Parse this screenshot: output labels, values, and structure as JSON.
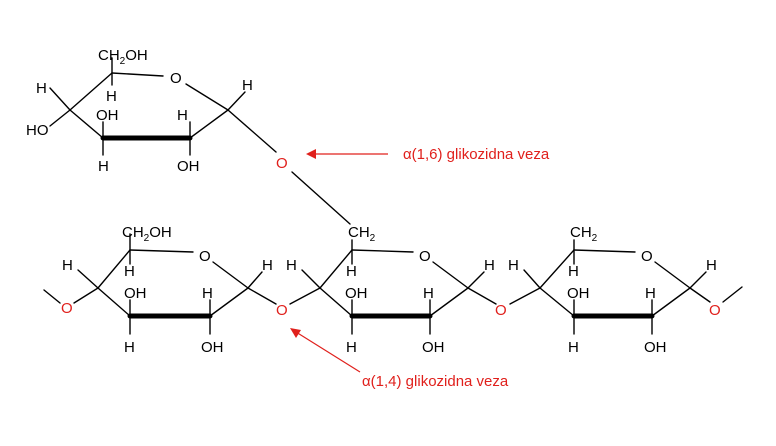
{
  "colors": {
    "bond": "#000000",
    "glycosidic_oxygen": "#e0201c",
    "annotation": "#e0201c"
  },
  "atoms": {
    "ring_oxygen": "O",
    "glycosidic_oxygen": "O",
    "hydrogen": "H",
    "hydroxyl_right": "OH",
    "hydroxyl_left": "HO",
    "ch2oh_prefix": "CH",
    "ch2oh_sub": "2",
    "ch2oh_suffix": "OH",
    "ch2_prefix": "CH",
    "ch2_sub": "2"
  },
  "annotations": {
    "alpha16": "α(1,6) glikozidna veza",
    "alpha14": "α(1,4) glikozidna veza"
  }
}
